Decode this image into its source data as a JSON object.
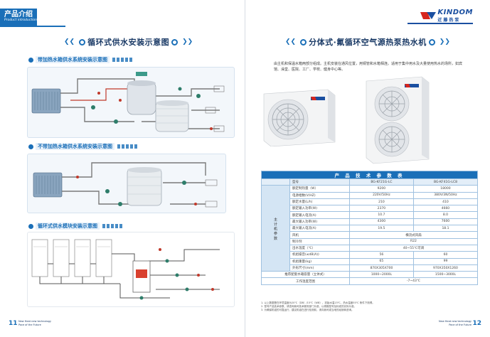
{
  "left": {
    "category_tab": {
      "cn": "产品介绍",
      "en": "Product introduction"
    },
    "section_title": "循环式供水安装示意图",
    "diagrams": [
      {
        "title": "带加热水箱供水系统安装示意图"
      },
      {
        "title": "不带加热水箱供水系统安装示意图"
      },
      {
        "title": "循环式供水模块安装示意图"
      }
    ],
    "page_number": "11",
    "footer_en": [
      "New Heat new technology",
      "Pace of the Future"
    ]
  },
  "right": {
    "logo": {
      "en": "KINDOM",
      "cn": "近藤热泵"
    },
    "section_title": "分体式·氟循环空气源热泵热水机",
    "intro": "由主机和保温水箱两部分组成。主机安装在通风位置，用铜管和水箱相连。适用于集中用水及大量使用热水的场所，如宾馆、澡堂、医院、工厂、学校、健身中心等。",
    "page_number": "12",
    "footer_en": [
      "New Heat new technology",
      "Pace of the Future"
    ],
    "spec_table": {
      "title": "产 品 技 术 参 数 表",
      "group_label": "主 计 机 参 数",
      "model_label": "型号",
      "models": [
        "BG-KF21G-LC",
        "BG-KF41G-LC8"
      ],
      "rows": [
        {
          "label": "额定制热量（W）",
          "values": [
            "9200",
            "18000"
          ]
        },
        {
          "label": "电源相数(V/HZ)",
          "values": [
            "220V/50Hz",
            "380V/3N/50Hz"
          ]
        },
        {
          "label": "额定水量(L/h)",
          "values": [
            "210",
            "410"
          ]
        },
        {
          "label": "额定输入功率(W)",
          "values": [
            "2370",
            "4660"
          ]
        },
        {
          "label": "额定输入电流(A)",
          "values": [
            "10.7",
            "8.0"
          ]
        },
        {
          "label": "最大输入功率(W)",
          "values": [
            "4300",
            "7600"
          ]
        },
        {
          "label": "最大输入电流(A)",
          "values": [
            "19.5",
            "18.1"
          ]
        },
        {
          "label": "风机",
          "values": [
            "横流式风扇"
          ]
        },
        {
          "label": "制冷剂",
          "values": [
            "R22"
          ]
        },
        {
          "label": "出水温度（℃）",
          "values": [
            "40~55℃可调"
          ]
        },
        {
          "label": "机组噪音(≤dB(A))",
          "values": [
            "56",
            "60"
          ]
        },
        {
          "label": "机组重量(kg)",
          "values": [
            "65",
            "99"
          ]
        },
        {
          "label": "外形尺寸(mm)",
          "values": [
            "870X305X700",
            "970X350X1260"
          ]
        }
      ],
      "tail_rows": [
        {
          "label": "推荐配套水箱容量（立体式）",
          "values": [
            "1000~2000L",
            "1500~3000L"
          ]
        },
        {
          "label": "工作温度范围",
          "values": [
            "-7~43℃"
          ]
        }
      ]
    },
    "notes": [
      "1. 以上数据是在环境温度为20℃（DB）/15℃（WB），初始水温15℃、热水温度55℃ 条件下测得。",
      "2. 型号产品技术参数，请咨询我司技术服务部门为准，以规格型号及标准的实际为准。",
      "3. 为确保机组的可靠运行，建议机组在进行检测前，请向我司或当地的经销商咨询。"
    ]
  },
  "colors": {
    "brand_blue": "#1a6fb8",
    "dark_blue": "#1a3a66",
    "table_header": "#1a6fb8"
  }
}
